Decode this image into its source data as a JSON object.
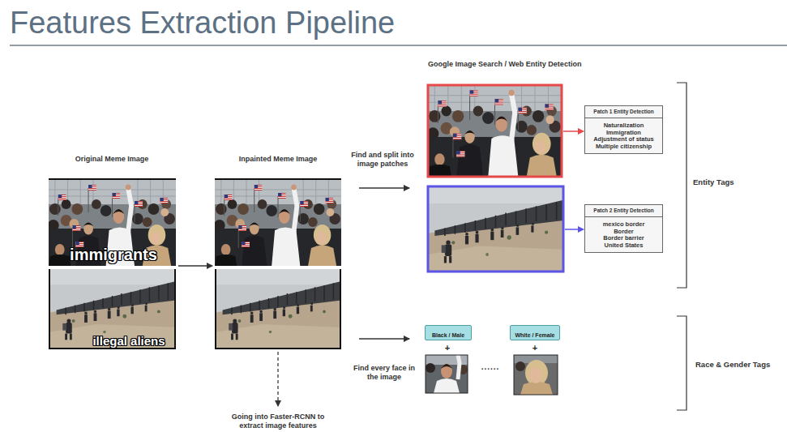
{
  "diagram": {
    "title": "Features Extraction Pipeline",
    "nodes": [
      {
        "text": [
          "Patch 1 Entity Detection",
          "Naturalization",
          "Immigration",
          "Adjustment of status",
          "Multiple citizenship"
        ]
      },
      {
        "text": [
          "Patch 2 Entity Detection",
          "mexico border",
          "Border",
          "Border barrier",
          "United States"
        ]
      },
      {
        "text": [
          "Black / Male"
        ]
      },
      {
        "text": [
          "White / Female"
        ]
      }
    ],
    "labels": [
      "Google Image Search / Web Entity Detection",
      "Original Meme Image",
      "Inpainted Meme Image",
      "Find and split into image patches",
      "immigrants",
      "illegal aliens",
      "Entity Tags",
      "Find every face in the image",
      "+",
      "......",
      "+",
      "Race & Gender Tags",
      "Going into Faster-RCNN to extract image features"
    ]
  }
}
